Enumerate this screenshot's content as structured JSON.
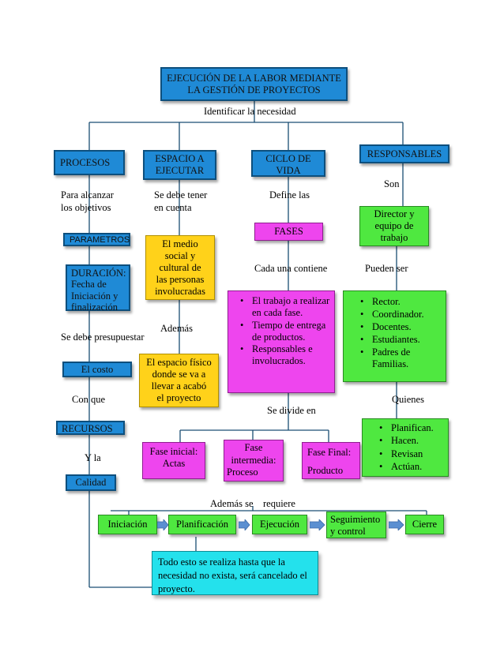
{
  "title": "EJECUCIÓN DE LA LABOR MEDIANTE LA GESTIÓN DE PROYECTOS",
  "title_line1": "EJECUCIÓN DE LA LABOR MEDIANTE",
  "title_line2": "LA GESTIÓN DE PROYECTOS",
  "identify": "Identificar la necesidad",
  "branches": {
    "procesos": "PROCESOS",
    "espacio_l1": "ESPACIO A",
    "espacio_l2": "EJECUTAR",
    "ciclo_l1": "CICLO DE",
    "ciclo_l2": "VIDA",
    "responsables": "RESPONSABLES"
  },
  "procesos": {
    "para1": "Para alcanzar",
    "para2": "los objetivos",
    "parametros": "PARAMETROS",
    "duracion": [
      "DURACIÓN:",
      "Fecha de",
      "Iniciación y",
      "finalización"
    ],
    "presupuestar": "Se debe presupuestar",
    "costo": "El costo",
    "conque": "Con que",
    "recursos": "RECURSOS",
    "yla": "Y la",
    "calidad": "Calidad"
  },
  "espacio": {
    "debe1": "Se debe tener",
    "debe2": "en cuenta",
    "medio": [
      "El medio",
      "social y",
      "cultural de",
      "las personas",
      "involucradas"
    ],
    "ademas": "Además",
    "fisico": [
      "El espacio físico",
      "donde se va a",
      "llevar a acabó",
      "el proyecto"
    ]
  },
  "ciclo": {
    "define": "Define las",
    "fases": "FASES",
    "cada": "Cada una contiene",
    "bullets": [
      "El trabajo a realizar en cada fase.",
      "Tiempo de entrega de productos.",
      "Responsables e involucrados."
    ],
    "divide": "Se divide en",
    "fase_inicial": [
      "Fase inicial:",
      "Actas"
    ],
    "fase_intermedia": [
      "Fase",
      "intermedia:",
      "Proceso"
    ],
    "fase_final": [
      "Fase Final:",
      "Producto"
    ]
  },
  "responsables": {
    "son": "Son",
    "director": [
      "Director y",
      "equipo de",
      "trabajo"
    ],
    "pueden": "Pueden ser",
    "roles": [
      "Rector.",
      "Coordinador.",
      "Docentes.",
      "Estudiantes.",
      "Padres de Familias."
    ],
    "quienes": "Quienes",
    "acciones": [
      "Planifican.",
      "Hacen.",
      "Revisan",
      "Actúan."
    ]
  },
  "requiere": "Además se    requiere",
  "steps": [
    "Iniciación",
    "Planificación",
    "Ejecución",
    "Seguimiento y control",
    "Cierre"
  ],
  "footer": "Todo esto se realiza hasta que la necesidad no exista, será cancelado el proyecto."
}
